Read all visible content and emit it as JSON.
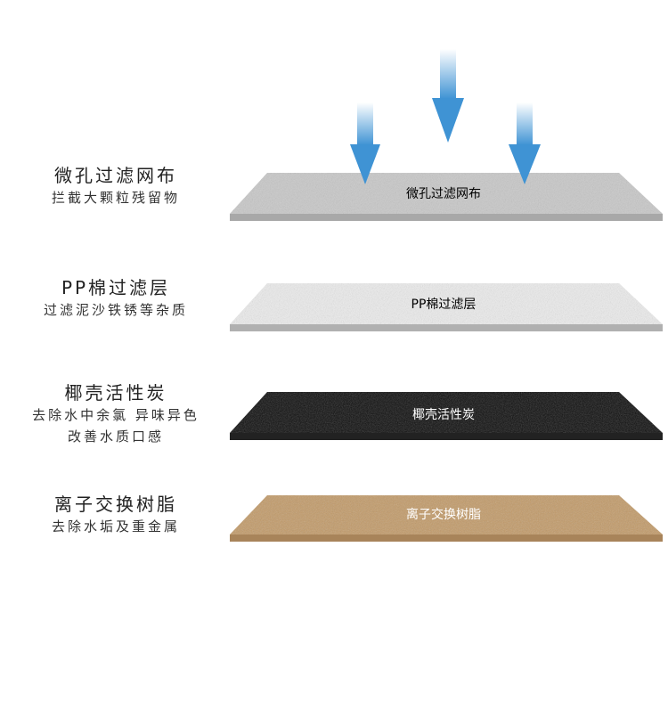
{
  "layers": [
    {
      "title": "微孔过滤网布",
      "desc": [
        "拦截大颗粒残留物"
      ],
      "label": "微孔过滤网布",
      "color": "#c8c8c8",
      "text_color": "#222222"
    },
    {
      "title": "PP棉过滤层",
      "desc": [
        "过滤泥沙铁锈等杂质"
      ],
      "label": "PP棉过滤层",
      "color": "#ececec",
      "text_color": "#222222"
    },
    {
      "title": "椰壳活性炭",
      "desc": [
        "去除水中余氯 异味异色",
        "改善水质口感"
      ],
      "label": "椰壳活性炭",
      "color": "#0c0c0c",
      "text_color": "#ffffff"
    },
    {
      "title": "离子交换树脂",
      "desc": [
        "去除水垢及重金属"
      ],
      "label": "离子交换树脂",
      "color": "#c29a68",
      "text_color": "#ffffff"
    }
  ],
  "arrow_color": "#3f93d4"
}
